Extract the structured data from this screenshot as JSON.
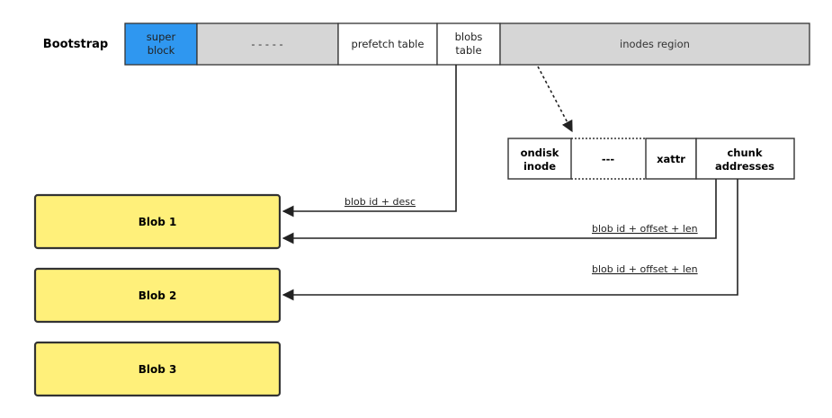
{
  "bootstrap": {
    "label": "Bootstrap",
    "segments": {
      "superblock": {
        "line1": "super",
        "line2": "block",
        "color": "#2f97f0"
      },
      "reserved": {
        "label": "- - - - -",
        "color": "#d6d6d6"
      },
      "prefetch": {
        "label": "prefetch table",
        "color": "#ffffff"
      },
      "blobs_table": {
        "line1": "blobs",
        "line2": "table",
        "color": "#ffffff"
      },
      "inodes_region": {
        "label": "inodes region",
        "color": "#d6d6d6"
      }
    }
  },
  "inode": {
    "ondisk": {
      "line1": "ondisk",
      "line2": "inode"
    },
    "gap": {
      "label": "---"
    },
    "xattr": {
      "label": "xattr"
    },
    "chunk": {
      "line1": "chunk",
      "line2": "addresses"
    }
  },
  "blobs": [
    {
      "label": "Blob 1"
    },
    {
      "label": "Blob 2"
    },
    {
      "label": "Blob 3"
    }
  ],
  "blob_color": "#fff07a",
  "edges": {
    "blobs_table_to_blob1": "blob id + desc",
    "chunk_to_blob1": "blob id + offset + len",
    "chunk_to_blob2": "blob id + offset + len"
  }
}
